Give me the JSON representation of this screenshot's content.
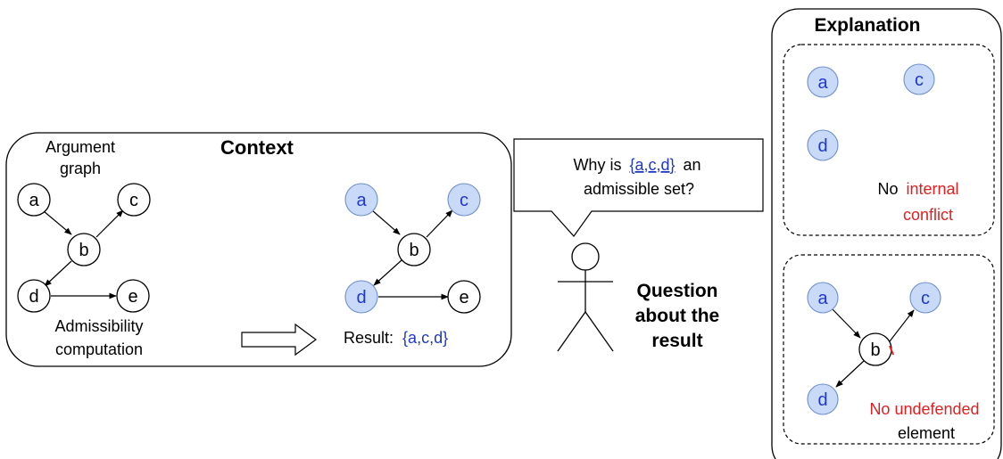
{
  "context": {
    "title": "Context",
    "graph_label_line1": "Argument",
    "graph_label_line2": "graph",
    "computation_line1": "Admissibility",
    "computation_line2": "computation",
    "result_prefix": "Result:",
    "result_value": "{a,c,d}"
  },
  "nodes": {
    "a": "a",
    "b": "b",
    "c": "c",
    "d": "d",
    "e": "e"
  },
  "speech": {
    "line1_prefix": "Why is",
    "line1_link": "{a,c,d}",
    "line1_suffix": "an",
    "line2": "admissible set?"
  },
  "user": {
    "line1": "Question",
    "line2": "about the",
    "line3": "result"
  },
  "explanation": {
    "title": "Explanation",
    "panel1_prefix": "No",
    "panel1_red_line1": "internal",
    "panel1_red_line2": "conflict",
    "panel2_red": "No undefended",
    "panel2_black": "element"
  },
  "colors": {
    "selected_fill": "#c9daf8",
    "selected_text": "#1f38c8",
    "highlight_red": "#e02020"
  }
}
